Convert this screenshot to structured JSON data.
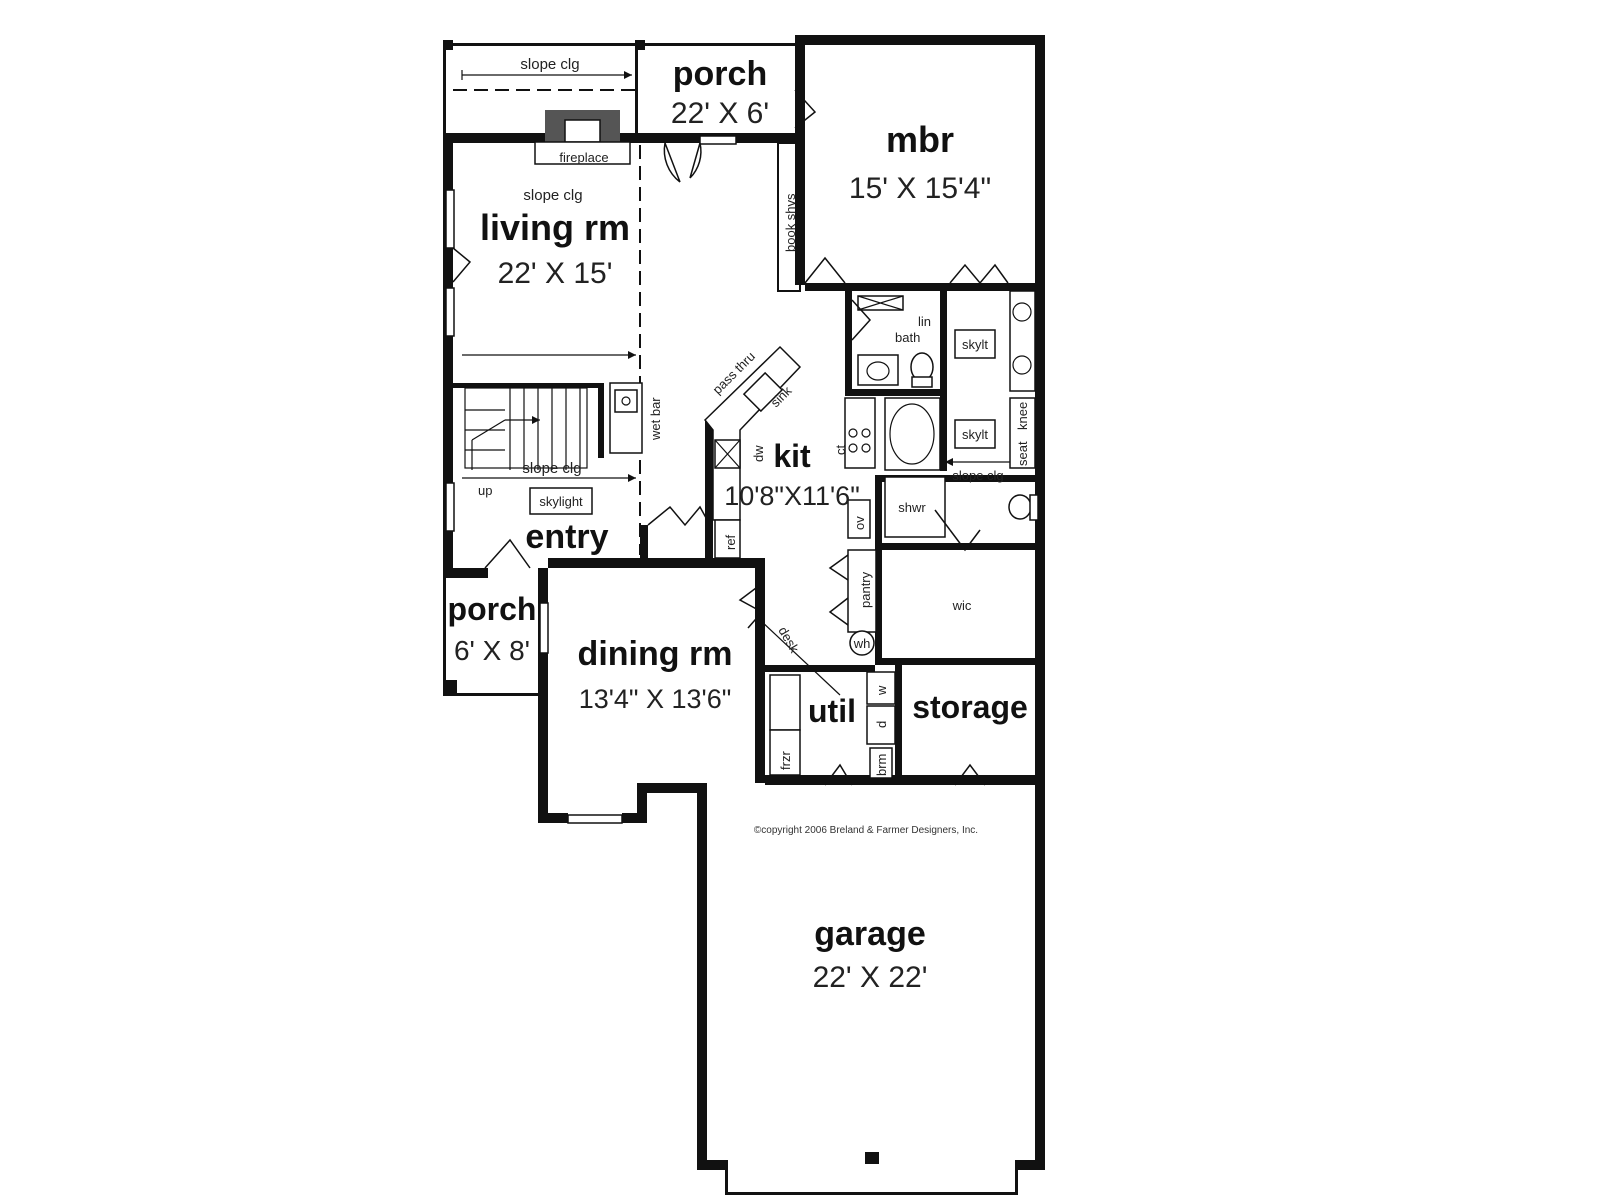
{
  "plan": {
    "rooms": {
      "porch_top": {
        "name": "porch",
        "dim": "22' X 6'"
      },
      "mbr": {
        "name": "mbr",
        "dim": "15' X 15'4\""
      },
      "living": {
        "name": "living rm",
        "dim": "22' X 15'"
      },
      "kit": {
        "name": "kit",
        "dim": "10'8\"X11'6\""
      },
      "entry": {
        "name": "entry"
      },
      "porch_side": {
        "name": "porch",
        "dim": "6' X 8'"
      },
      "dining": {
        "name": "dining rm",
        "dim": "13'4\" X 13'6\""
      },
      "util": {
        "name": "util"
      },
      "storage": {
        "name": "storage"
      },
      "garage": {
        "name": "garage",
        "dim": "22' X 22'"
      }
    },
    "notes": {
      "slope_clg_porch": "slope clg",
      "fireplace": "fireplace",
      "slope_clg_living": "slope clg",
      "book_shvs": "book shvs",
      "pass_thru": "pass thru",
      "sink": "sink",
      "wet_bar": "wet bar",
      "slope_clg_stair": "slope clg",
      "up": "up",
      "skylight": "skylight",
      "dw": "dw",
      "ref": "ref",
      "ct": "ct",
      "ov": "ov",
      "pantry": "pantry",
      "wh": "wh",
      "desk": "desk",
      "lin": "lin",
      "bath": "bath",
      "skylt_1": "skylt",
      "skylt_2": "skylt",
      "knee": "knee",
      "seat": "seat",
      "slope_clg_bath": "slope clg",
      "shwr": "shwr",
      "wic": "wic",
      "frzr": "frzr",
      "w": "w",
      "d": "d",
      "brm": "brm"
    },
    "copyright": "©copyright 2006 Breland & Farmer Designers, Inc."
  }
}
